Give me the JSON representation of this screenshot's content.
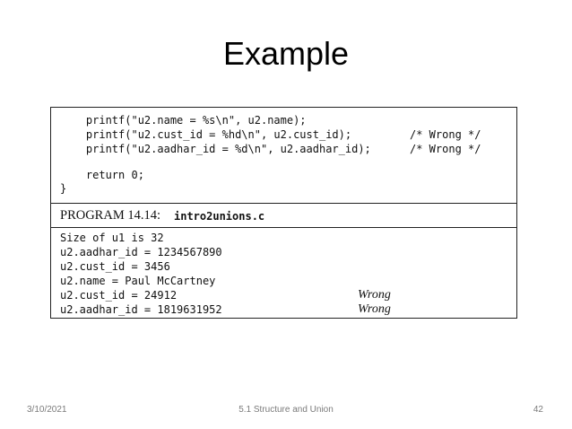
{
  "slide": {
    "title": "Example"
  },
  "figure": {
    "code_lines": [
      "    printf(\"u2.name = %s\\n\", u2.name);",
      "    printf(\"u2.cust_id = %hd\\n\", u2.cust_id);",
      "    printf(\"u2.aadhar_id = %d\\n\", u2.aadhar_id);",
      "",
      "    return 0;",
      "}"
    ],
    "comments": [
      "",
      "/* Wrong */",
      "/* Wrong */"
    ],
    "caption": {
      "program_label": "PROGRAM 14.14:",
      "file_name": "intro2unions.c"
    },
    "output_lines": [
      "Size of u1 is 32",
      "u2.aadhar_id = 1234567890",
      "u2.cust_id = 3456",
      "u2.name = Paul McCartney",
      "u2.cust_id = 24912",
      "u2.aadhar_id = 1819631952"
    ],
    "output_notes": [
      "",
      "",
      "",
      "",
      "Wrong",
      "Wrong"
    ]
  },
  "footer": {
    "date": "3/10/2021",
    "center_text": "5.1 Structure and Union",
    "page_number": "42"
  }
}
